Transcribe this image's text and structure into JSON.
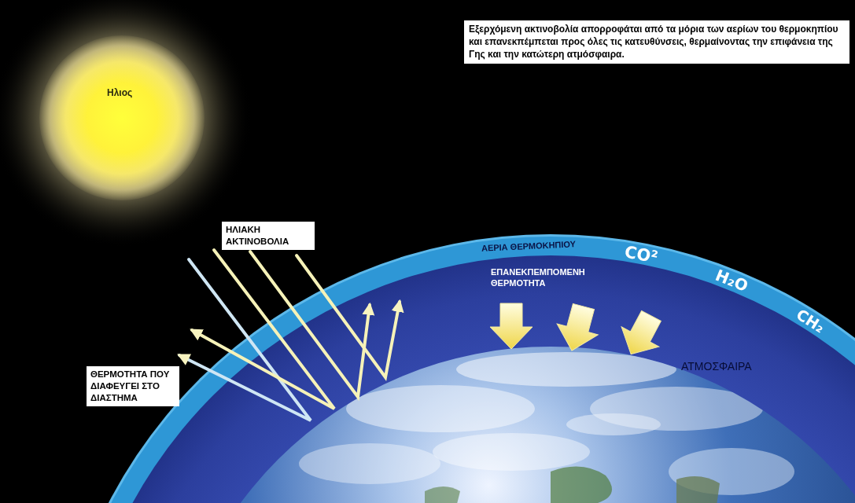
{
  "diagram": {
    "nodes": [
      {
        "text": [
          "Εξερχόμενη ακτινοβολία απορροφάται από τα μόρια των αερίων του θερμοκηπίου και επανεκπέμπεται προς όλες τις κατευθύνσεις, θερμαίνοντας την επιφάνεια της Γης και την κατώτερη ατμόσφαιρα."
        ]
      },
      {
        "text": [
          "Ηλιος"
        ]
      },
      {
        "text": [
          "ΗΛΙΑΚΗ ΑΚΤΙΝΟΒΟΛΙΑ"
        ]
      },
      {
        "text": [
          "ΘΕΡΜΟΤΗΤΑ ΠΟΥ ΔΙΑΦΕΥΓΕΙ ΣΤΟ ΔΙΑΣΤΗΜΑ"
        ]
      }
    ],
    "labels": [
      "ΑΕΡΙΑ ΘΕΡΜΟΚΗΠΙΟΥ",
      "CO²",
      "H₂O",
      "CH₂",
      "ΕΠΑΝΕΚΠΕΜΠΟΜΕΝΗ ΘΕΡΜΟΤΗΤΑ",
      "ΑΤΜΟΣΦΑΙΡΑ"
    ]
  }
}
